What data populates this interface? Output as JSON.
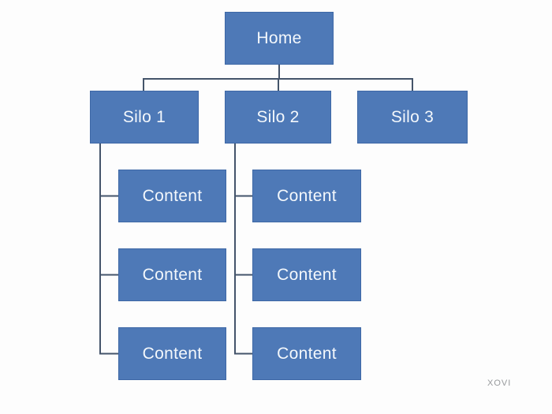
{
  "diagram": {
    "home": {
      "label": "Home"
    },
    "silos": [
      {
        "label": "Silo 1",
        "children": [
          "Content",
          "Content",
          "Content"
        ]
      },
      {
        "label": "Silo 2",
        "children": [
          "Content",
          "Content",
          "Content"
        ]
      },
      {
        "label": "Silo 3",
        "children": []
      }
    ],
    "colors": {
      "background": "#fdfdfd",
      "box_fill": "#4e79b7",
      "box_border": "#3e68a6",
      "connector": "#44546a",
      "label_text": "#f4f8fc",
      "watermark": "#97999c"
    }
  },
  "watermark": {
    "label": "XOVI"
  }
}
